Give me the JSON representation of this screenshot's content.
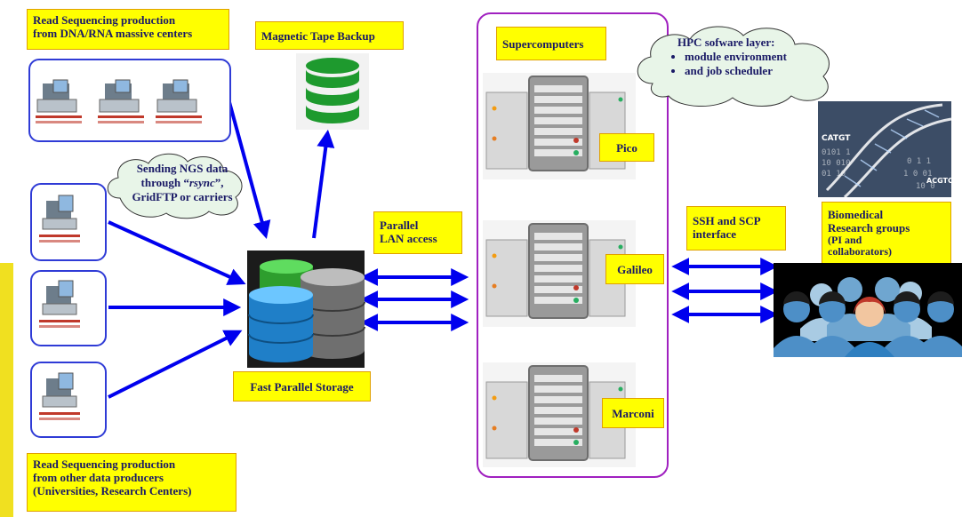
{
  "labels": {
    "read_seq_top": [
      "Read Sequencing production",
      "from DNA/RNA massive centers"
    ],
    "magnetic_tape": "Magnetic Tape Backup",
    "supercomputers": "Supercomputers",
    "hpc_title": "HPC sofware layer:",
    "hpc_items": [
      "module environment",
      "and job scheduler"
    ],
    "sending_ngs": [
      "Sending NGS data",
      "through “",
      "rsync",
      "”,",
      "GridFTP or carriers"
    ],
    "parallel_lan": [
      "Parallel",
      "LAN access"
    ],
    "ssh_scp": [
      "SSH and SCP",
      "interface"
    ],
    "biomedical": [
      "Biomedical",
      "Research groups"
    ],
    "biomedical_sub": [
      "(PI and",
      "collaborators)"
    ],
    "fast_storage": "Fast Parallel Storage",
    "read_seq_bottom": [
      "Read Sequencing production",
      "from other data producers",
      "(Universities, Research Centers)"
    ],
    "servers": [
      "Pico",
      "Galileo",
      "Marconi"
    ],
    "dna_text": [
      "CATGT",
      "ACGTC"
    ]
  },
  "colors": {
    "label_bg": "#ffff00",
    "arrow": "#0000ee",
    "box_border": "#2f3bd6",
    "supercomputer_border": "#a020c0",
    "storage_green": "#3fbf3f",
    "storage_blue": "#2e9be0",
    "tape_green": "#1e9a2e",
    "left_bar": "#f0e020"
  },
  "icons": [
    "sequencer-icon",
    "database-icon",
    "server-rack-icon",
    "people-icon",
    "dna-image",
    "cloud-shape"
  ]
}
